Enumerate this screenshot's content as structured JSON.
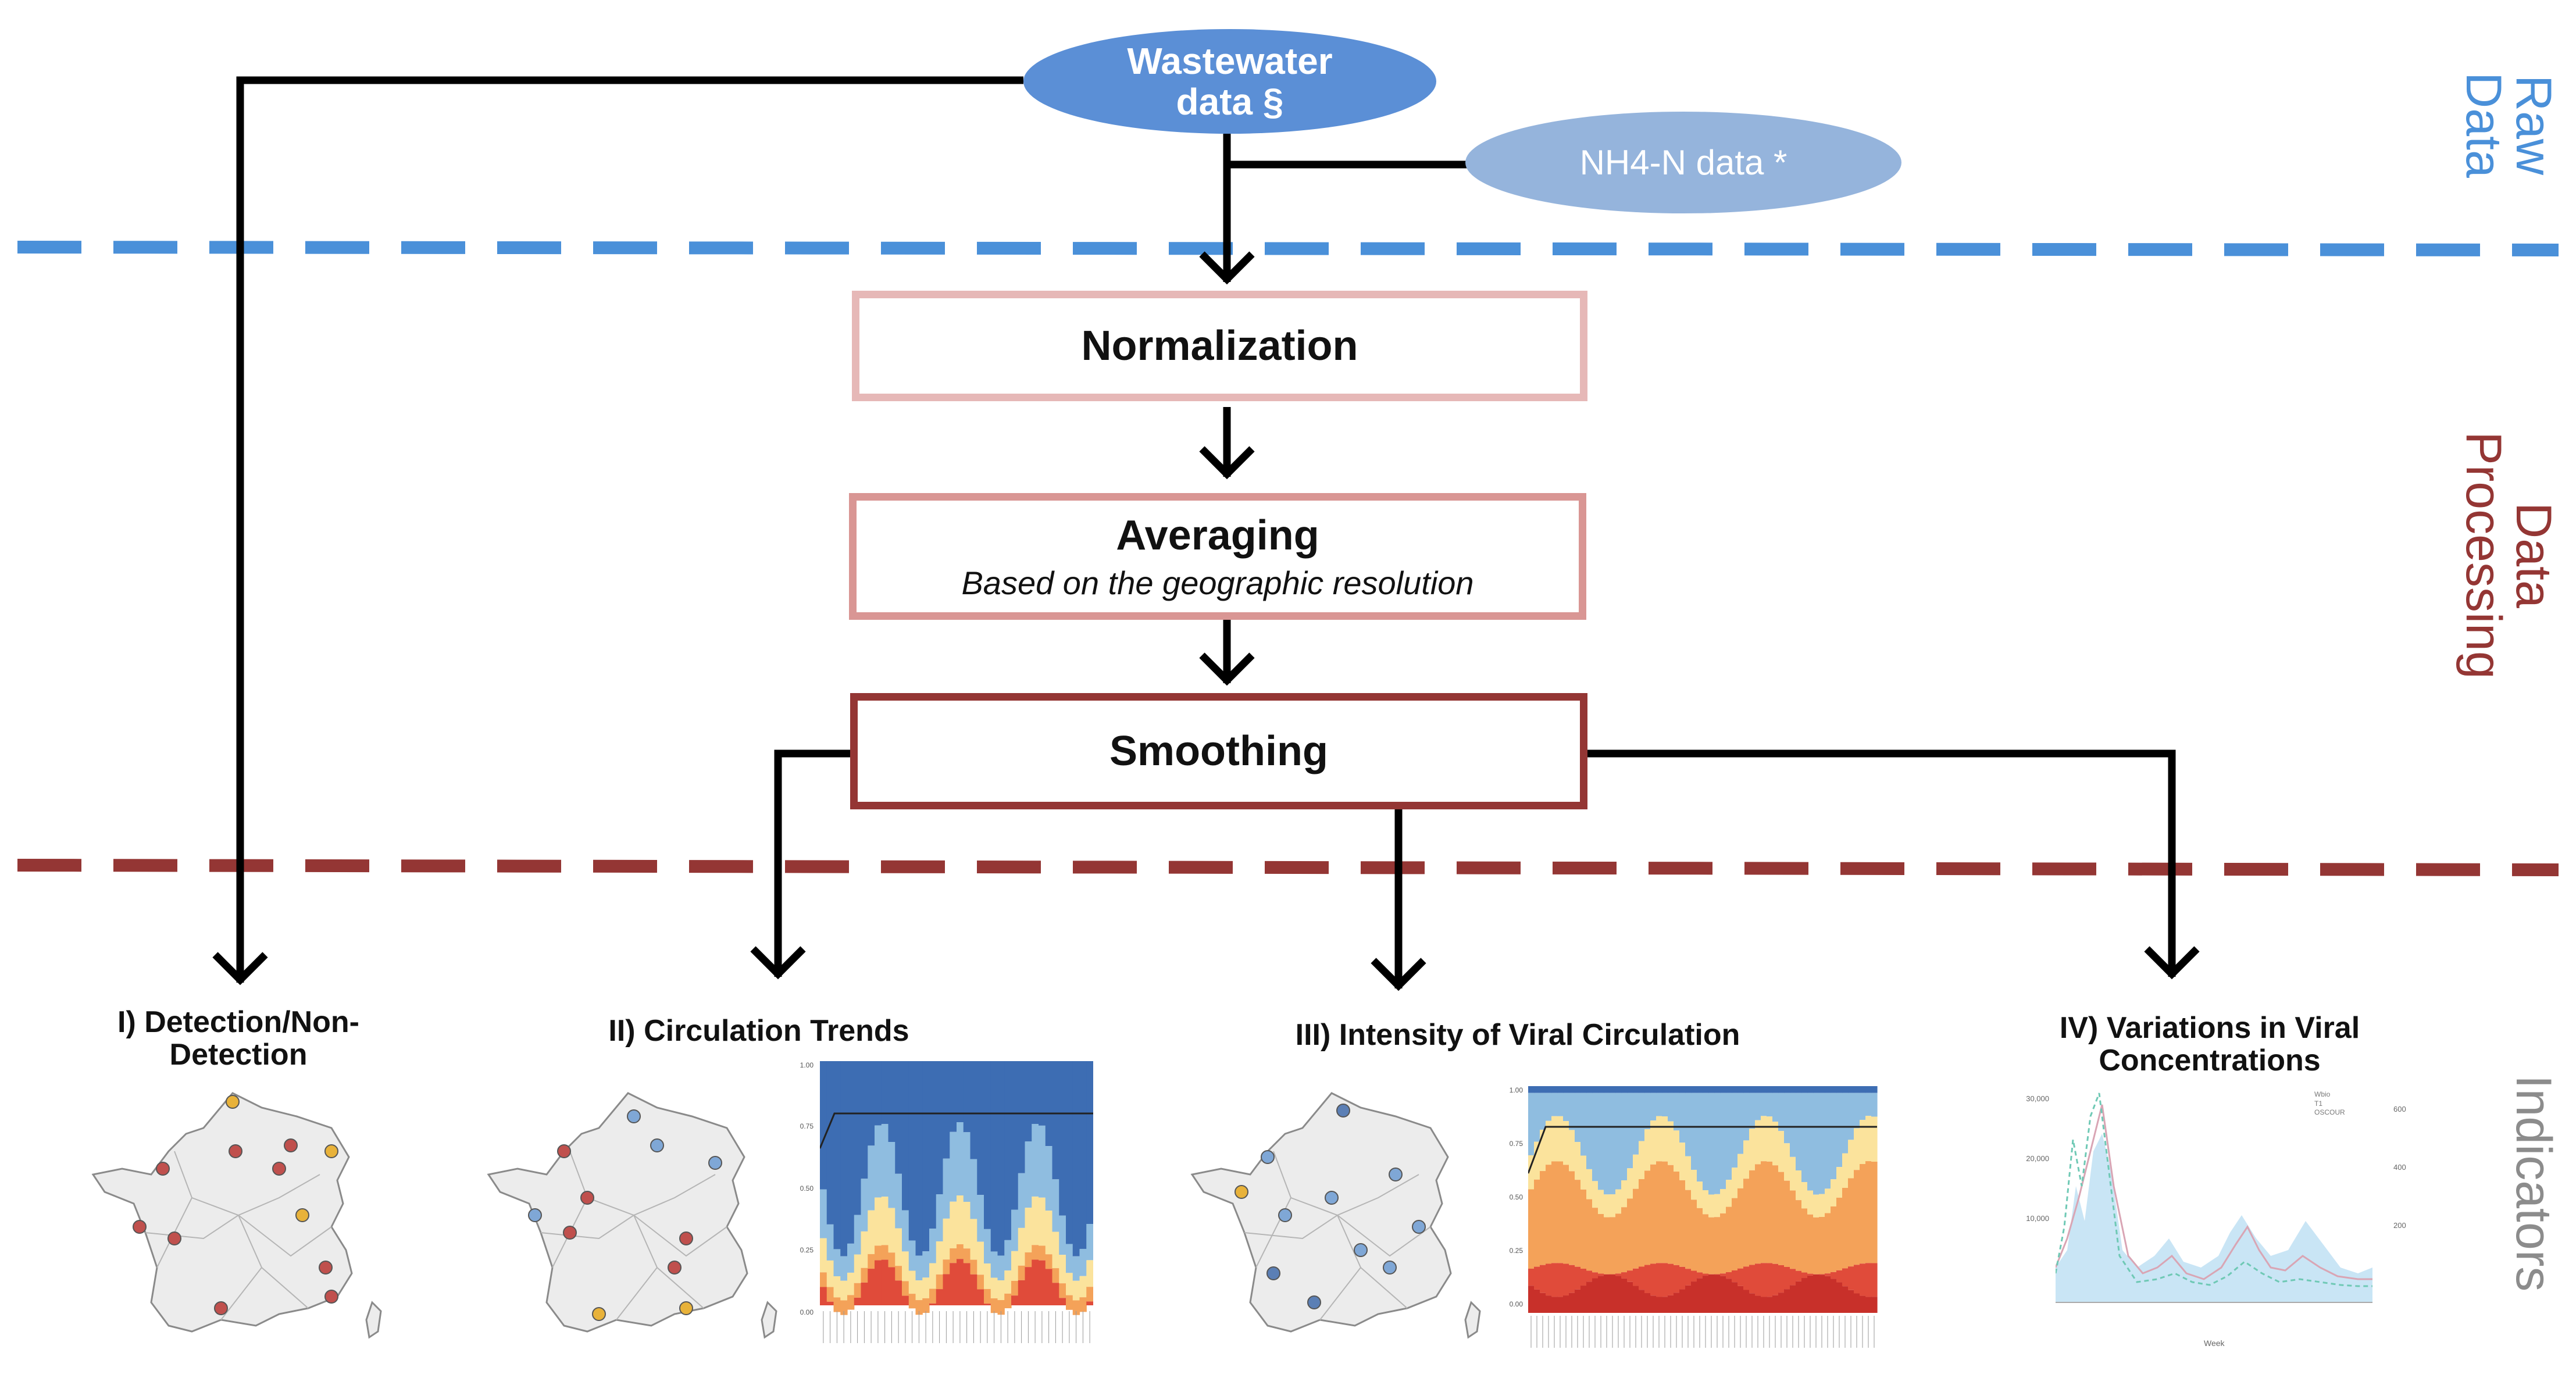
{
  "colors": {
    "raw_blue": "#4a90d9",
    "wastewater_fill": "#5b8fd6",
    "nh4_fill": "#95b4dc",
    "processing_red": "#943634",
    "box_normalization": "#e6b8b7",
    "box_averaging": "#d99694",
    "box_smoothing": "#943634",
    "indicators_gray": "#8c8c8c"
  },
  "inputs": {
    "wastewater": "Wastewater data §",
    "nh4": "NH4-N data *"
  },
  "steps": {
    "normalization": "Normalization",
    "averaging": "Averaging",
    "averaging_note": "Based on the geographic resolution",
    "smoothing": "Smoothing"
  },
  "sections": {
    "raw_data": "Raw Data",
    "data_processing": "Data Processing",
    "indicators": "Indicators"
  },
  "indicators": {
    "i": "I) Detection/Non-Detection",
    "ii": "II) Circulation Trends",
    "iii": "III) Intensity of Viral Circulation",
    "iv": "IV) Variations in Viral Concentrations"
  },
  "chart_ii": {
    "yticks": [
      "1.00",
      "0.75",
      "0.50",
      "0.25",
      "0.00"
    ]
  },
  "chart_iii": {
    "yticks": [
      "1.00",
      "0.75",
      "0.50",
      "0.25",
      "0.00"
    ]
  },
  "chart_iv": {
    "left_ticks": [
      "30,000",
      "20,000",
      "10,000"
    ],
    "right_ticks": [
      "600",
      "400",
      "200"
    ],
    "legend": [
      "Wbio",
      "T1",
      "OSCOUR"
    ],
    "xlabel": "Week"
  }
}
